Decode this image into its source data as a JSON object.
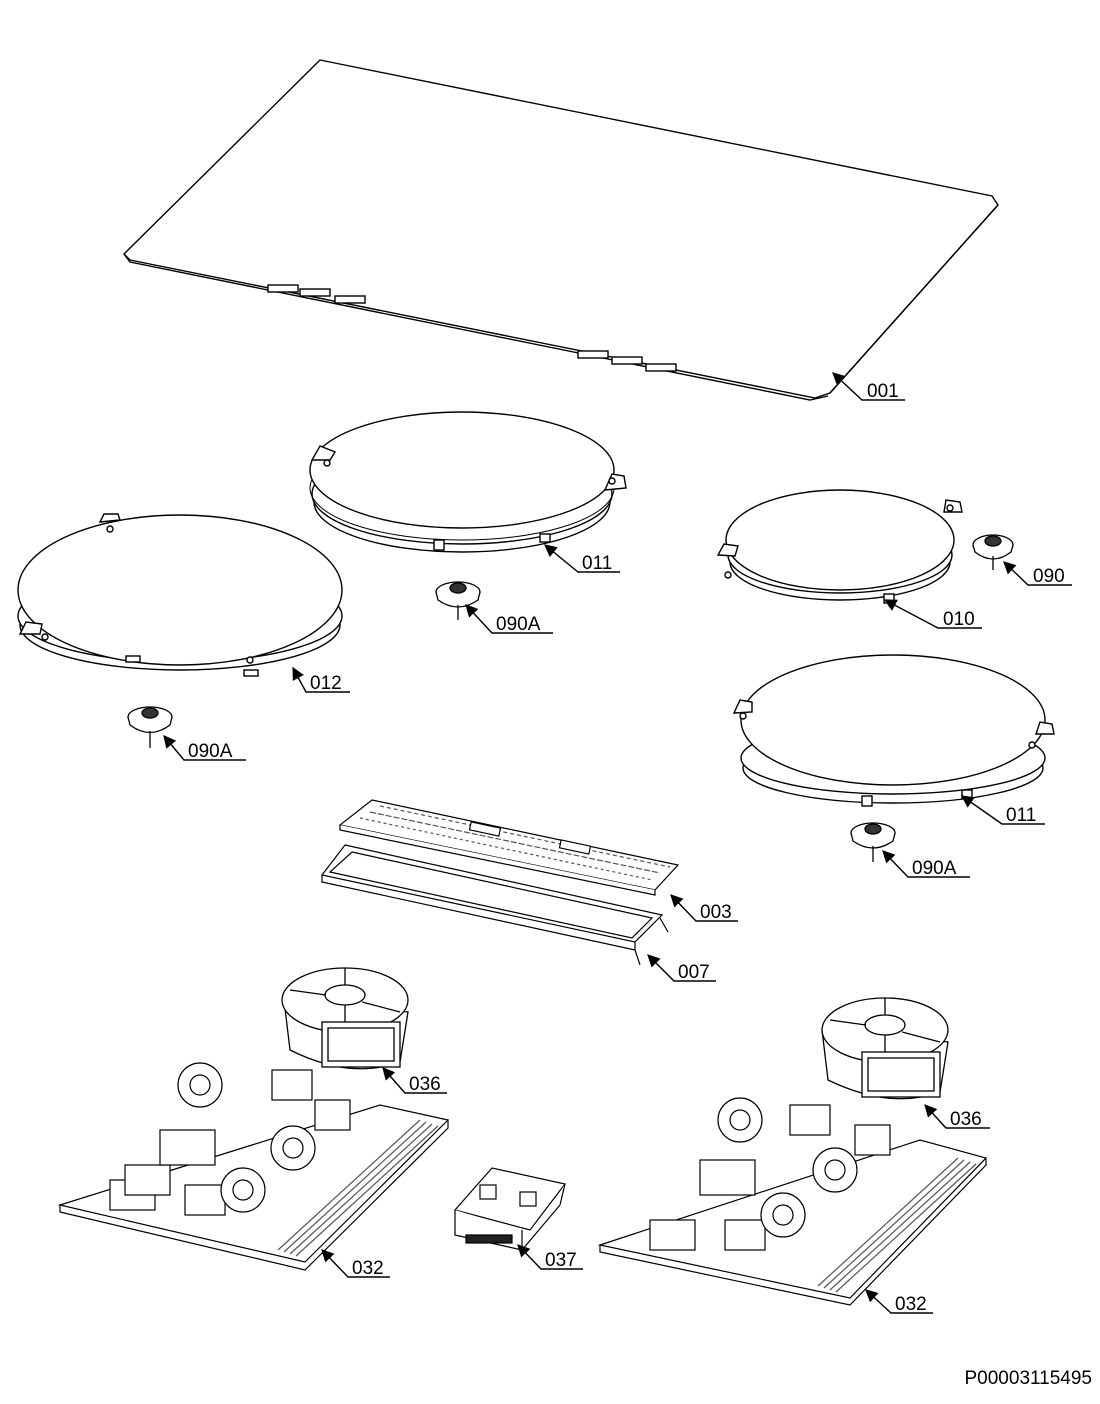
{
  "colors": {
    "line": "#000000",
    "fill": "#ffffff",
    "detail": "#555555",
    "dark": "#222222"
  },
  "parts": [
    {
      "key": "glass",
      "number": "001",
      "name": "glass-top-panel"
    },
    {
      "key": "coil11a",
      "number": "011",
      "name": "induction-coil"
    },
    {
      "key": "coil10",
      "number": "010",
      "name": "induction-coil"
    },
    {
      "key": "coil12",
      "number": "012",
      "name": "induction-coil"
    },
    {
      "key": "coil11b",
      "number": "011",
      "name": "induction-coil"
    },
    {
      "key": "sensor90",
      "number": "090",
      "name": "temperature-sensor"
    },
    {
      "key": "sensorA1",
      "number": "090A",
      "name": "temperature-sensor"
    },
    {
      "key": "sensorA2",
      "number": "090A",
      "name": "temperature-sensor"
    },
    {
      "key": "sensorA3",
      "number": "090A",
      "name": "temperature-sensor"
    },
    {
      "key": "ctrlboard",
      "number": "003",
      "name": "control-board"
    },
    {
      "key": "holder",
      "number": "007",
      "name": "board-holder-frame"
    },
    {
      "key": "fan1",
      "number": "036",
      "name": "cooling-fan"
    },
    {
      "key": "fan2",
      "number": "036",
      "name": "cooling-fan"
    },
    {
      "key": "power1",
      "number": "032",
      "name": "power-board"
    },
    {
      "key": "power2",
      "number": "032",
      "name": "power-board"
    },
    {
      "key": "filter",
      "number": "037",
      "name": "filter-module"
    }
  ],
  "labels": {
    "glass": "001",
    "coil11a": "011",
    "coil10": "010",
    "coil12": "012",
    "coil11b": "011",
    "sensor90": "090",
    "sensorA1": "090A",
    "sensorA2": "090A",
    "sensorA3": "090A",
    "ctrlboard": "003",
    "holder": "007",
    "fan1": "036",
    "fan2": "036",
    "power1": "032",
    "power2": "032",
    "filter": "037"
  },
  "document_code": "P00003115495"
}
